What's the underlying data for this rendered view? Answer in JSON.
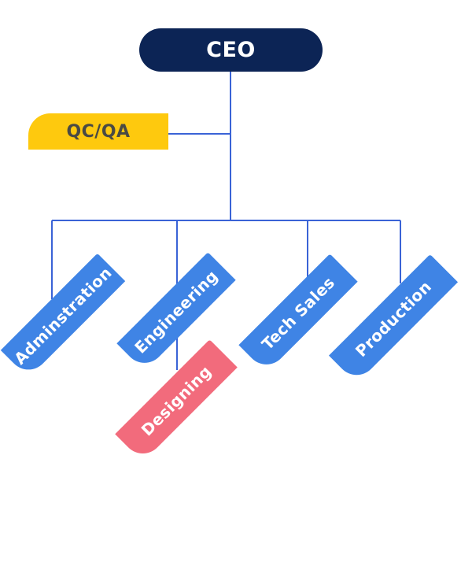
{
  "ceo": {
    "label": "CEO"
  },
  "qcqa": {
    "label": "QC/QA"
  },
  "departments": [
    {
      "label": "Adminstration"
    },
    {
      "label": "Engineering"
    },
    {
      "label": "Tech Sales"
    },
    {
      "label": "Production"
    }
  ],
  "sub_departments": [
    {
      "label": "Designing",
      "parent": "Engineering"
    }
  ],
  "colors": {
    "ceo": "#0c2455",
    "qcqa": "#fec90e",
    "department": "#3f84e5",
    "sub_department": "#f26b7c",
    "connector": "#3a63d6"
  }
}
